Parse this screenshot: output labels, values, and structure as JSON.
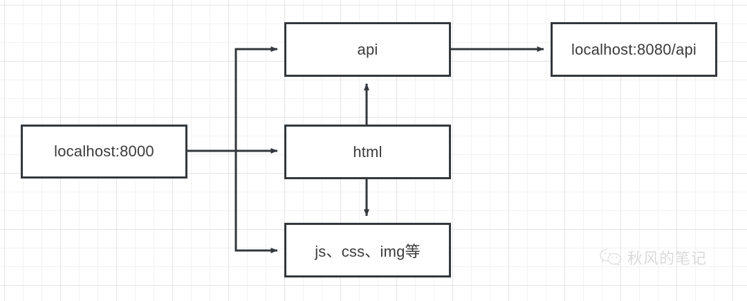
{
  "diagram": {
    "title": "localhost:8000 request routing diagram",
    "background": {
      "grid_minor_color": "#f2f2f2",
      "grid_major_color": "#e3e3e3",
      "page_color": "#ffffff"
    },
    "node_border_color": "#33373b",
    "edge_color": "#33373b",
    "nodes": [
      {
        "id": "origin",
        "label": "localhost:8000"
      },
      {
        "id": "api",
        "label": "api"
      },
      {
        "id": "html",
        "label": "html"
      },
      {
        "id": "assets",
        "label": "js、css、img等"
      },
      {
        "id": "backend",
        "label": "localhost:8080/api"
      }
    ],
    "edges": [
      {
        "id": "origin-to-api",
        "from": "origin",
        "to": "api",
        "style": "orthogonal",
        "arrow": "end"
      },
      {
        "id": "origin-to-html",
        "from": "origin",
        "to": "html",
        "style": "straight",
        "arrow": "end"
      },
      {
        "id": "origin-to-assets",
        "from": "origin",
        "to": "assets",
        "style": "orthogonal",
        "arrow": "end"
      },
      {
        "id": "html-to-api",
        "from": "html",
        "to": "api",
        "style": "straight",
        "arrow": "end"
      },
      {
        "id": "html-to-assets",
        "from": "html",
        "to": "assets",
        "style": "straight",
        "arrow": "end"
      },
      {
        "id": "api-to-backend",
        "from": "api",
        "to": "backend",
        "style": "straight",
        "arrow": "end"
      }
    ]
  },
  "watermark": {
    "text": "秋风的笔记",
    "icon": "wechat-icon",
    "color": "#bdbdbd"
  }
}
